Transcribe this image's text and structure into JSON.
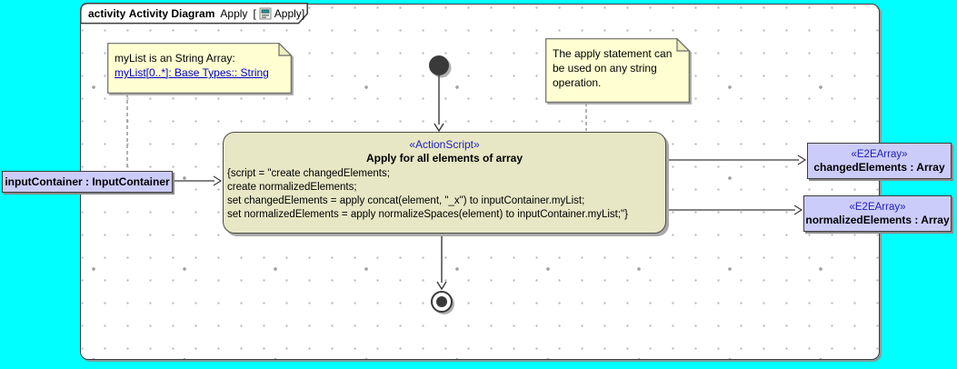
{
  "colors": {
    "canvas_background": "#00ffff",
    "frame_background": "#ffffff",
    "note_fill": "#ffffd2",
    "action_fill": "#e7e7c5",
    "object_fill": "#ccccfa",
    "stereotype_blue": "#2121bd",
    "link_blue": "#0000cc",
    "line": "#3a3a3a"
  },
  "frame_label": {
    "keyword": "activity",
    "diagram_type": "Activity Diagram",
    "name": "Apply",
    "ref_open": "[",
    "ref_name": "Apply",
    "ref_close": "]"
  },
  "notes": [
    {
      "text": "myList is an String Array:",
      "link": "myList[0..*]: Base Types:: String"
    },
    {
      "text": "The apply statement can be used on any string operation."
    }
  ],
  "action": {
    "stereotype": "«ActionScript»",
    "name": "Apply for all elements of array",
    "script_lines": [
      "{script = \"create changedElements;",
      "create normalizedElements;",
      "set changedElements = apply concat(element, \"_x\") to inputContainer.myList;",
      "set normalizedElements = apply normalizeSpaces(element) to inputContainer.myList;\"}"
    ]
  },
  "objects": {
    "input": {
      "label": "inputContainer : InputContainer"
    },
    "outputs": [
      {
        "stereotype": "«E2EArray»",
        "label": "changedElements : Array"
      },
      {
        "stereotype": "«E2EArray»",
        "label": "normalizedElements : Array"
      }
    ]
  }
}
